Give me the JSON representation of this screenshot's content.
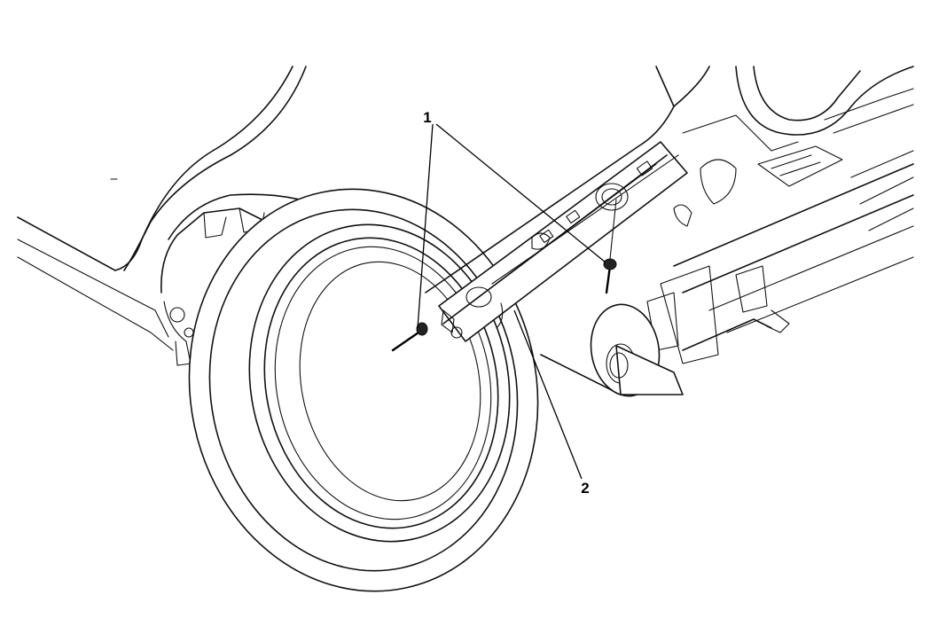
{
  "diagram": {
    "callouts": [
      {
        "id": "1",
        "label": "1"
      },
      {
        "id": "2",
        "label": "2"
      }
    ],
    "colors": {
      "line": "#111111",
      "background": "#ffffff"
    }
  }
}
